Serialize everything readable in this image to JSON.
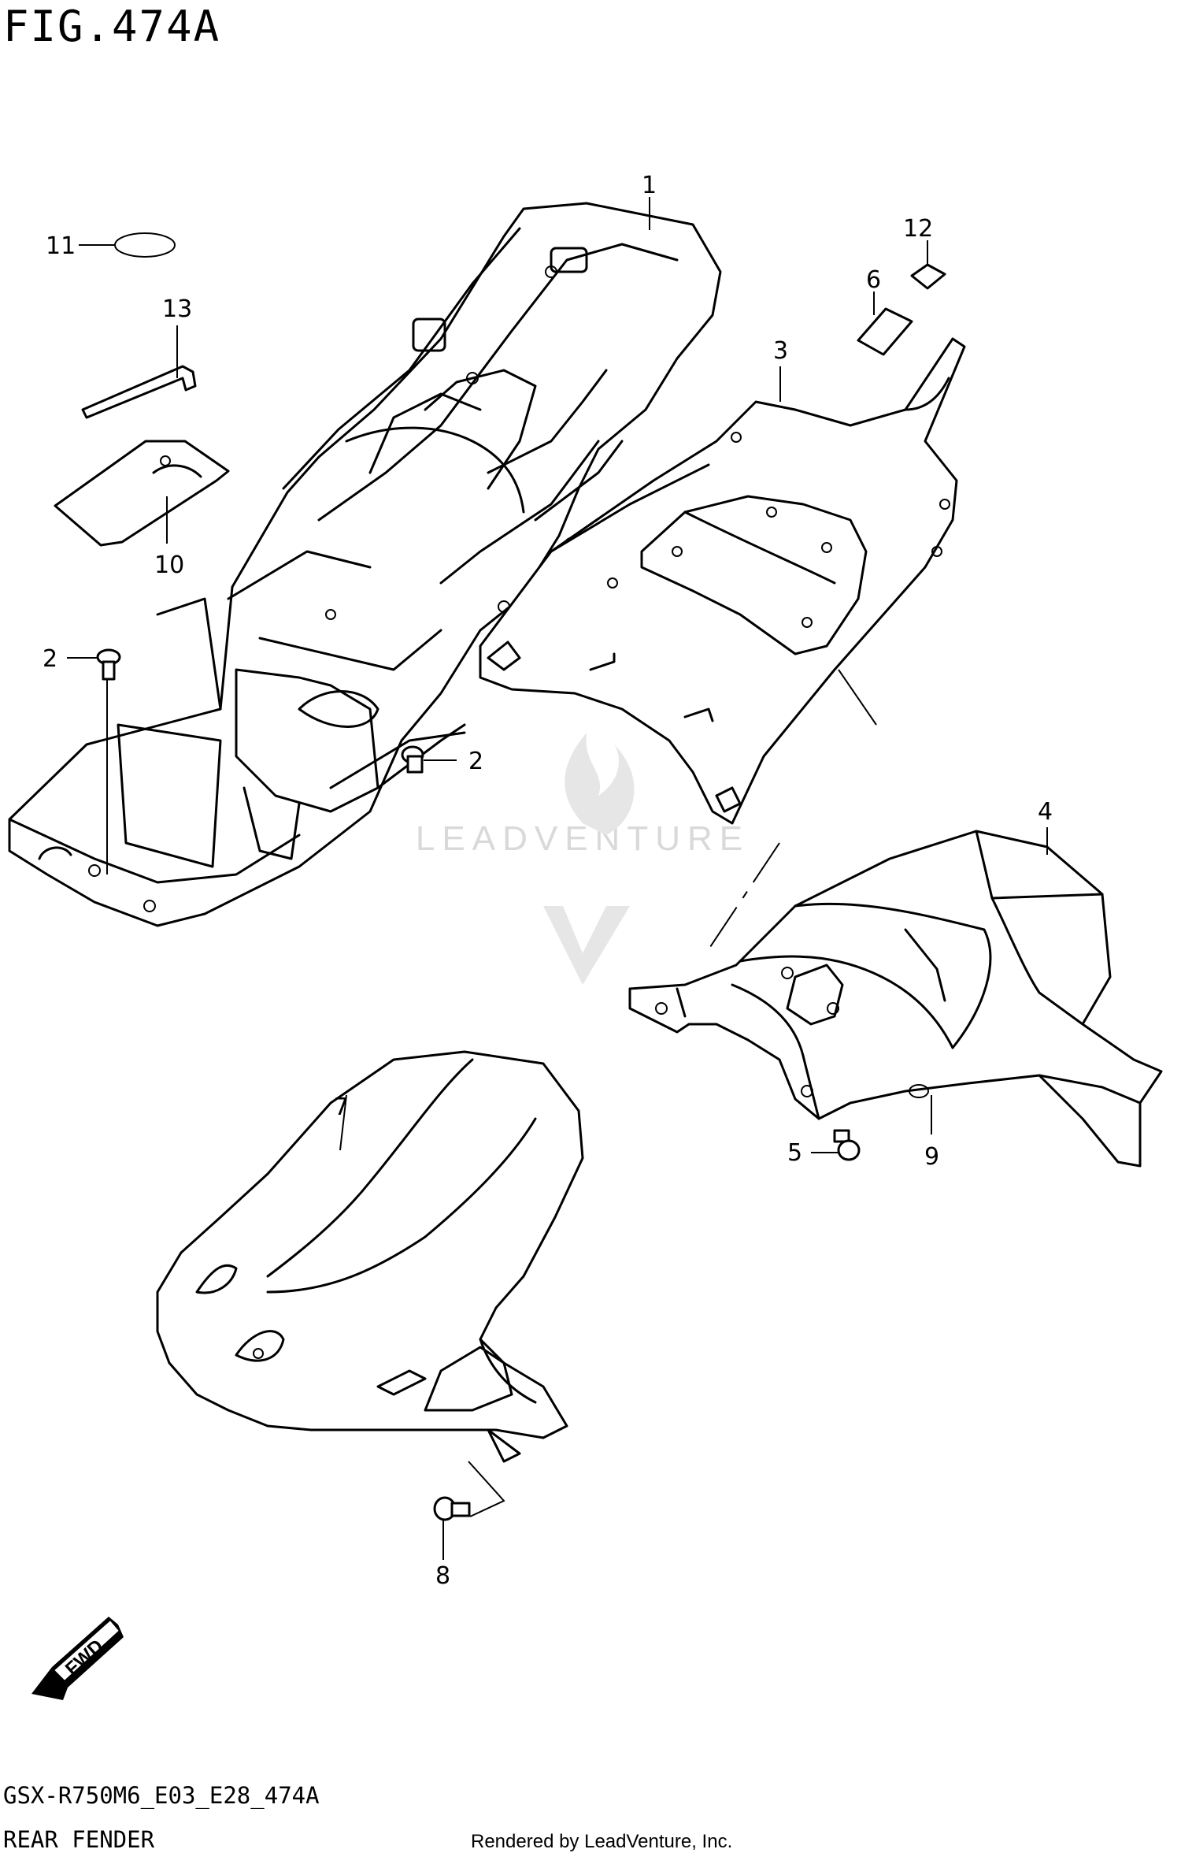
{
  "figure": {
    "title": "FIG.474A",
    "model_code": "GSX-R750M6_E03_E28_474A",
    "group_name": "REAR FENDER",
    "credit": "Rendered by LeadVenture, Inc.",
    "watermark": "LEADVENTURE"
  },
  "callouts": {
    "c1": "1",
    "c2a": "2",
    "c2b": "2",
    "c3": "3",
    "c4": "4",
    "c5": "5",
    "c6": "6",
    "c7": "7",
    "c8": "8",
    "c9": "9",
    "c10": "10",
    "c11": "11",
    "c12": "12",
    "c13": "13"
  },
  "fwd_badge": "FWD",
  "colors": {
    "line": "#000000",
    "background": "#ffffff",
    "watermark": "#d9d9d9"
  }
}
